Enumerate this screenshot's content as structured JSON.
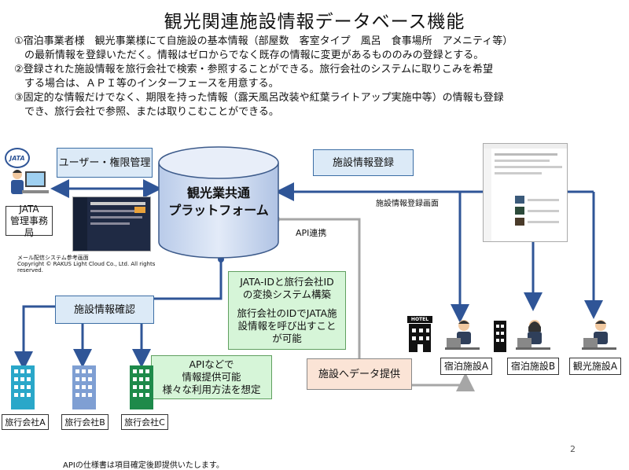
{
  "title": "観光関連施設情報データベース機能",
  "bullets": [
    "①宿泊事業者様　観光事業様にて自施設の基本情報（部屋数　客室タイプ　風呂　食事場所　アメニティ等）",
    "　の最新情報を登録いただく。情報はゼロからでなく既存の情報に変更があるもののみの登録とする。",
    "②登録された施設情報を旅行会社で検索・参照することができる。旅行会社のシステムに取りこみを希望",
    "　する場合は、ＡＰＩ等のインターフェースを用意する。",
    "③固定的な情報だけでなく、期限を持った情報（露天風呂改装や紅葉ライトアップ実施中等）の情報も登録",
    "　でき、旅行会社で参照、または取りこむことができる。"
  ],
  "jata_logo": "JATA",
  "jata_office": [
    "JATA",
    "管理事務局"
  ],
  "user_admin": "ユーザー・権限管理",
  "platform": [
    "観光業共通",
    "プラットフォーム"
  ],
  "facility_registration": "施設情報登録",
  "registration_screen": "施設情報登録画面",
  "api_link": "API連携",
  "mail_caption": "メール配信システム参考画面\nCopyright © RAKUS Light Cloud Co., Ltd. All rights reserved.",
  "id_conversion": [
    "JATA-IDと旅行会社ID",
    "の変換システム構築",
    "",
    "旅行会社のIDでJATA施",
    "設情報を呼び出すこと",
    "が可能"
  ],
  "facility_check": "施設情報確認",
  "api_methods": [
    "APIなどで",
    "情報提供可能",
    "様々な利用方法を想定"
  ],
  "data_provision": "施設へデータ提供",
  "hotel_sign": "HOTEL",
  "facilities": [
    "宿泊施設A",
    "宿泊施設B",
    "観光施設A"
  ],
  "agencies": [
    "旅行会社A",
    "旅行会社B",
    "旅行会社C"
  ],
  "page_number": "2",
  "footnote": "APIの仕様書は項目確定後即提供いたします。",
  "colors": {
    "arrow": "#2f5597",
    "gray_arrow": "#a6a6a6",
    "building_a": "#2aa7c9",
    "building_b": "#7f9fd3",
    "building_c": "#1e8a4a"
  }
}
